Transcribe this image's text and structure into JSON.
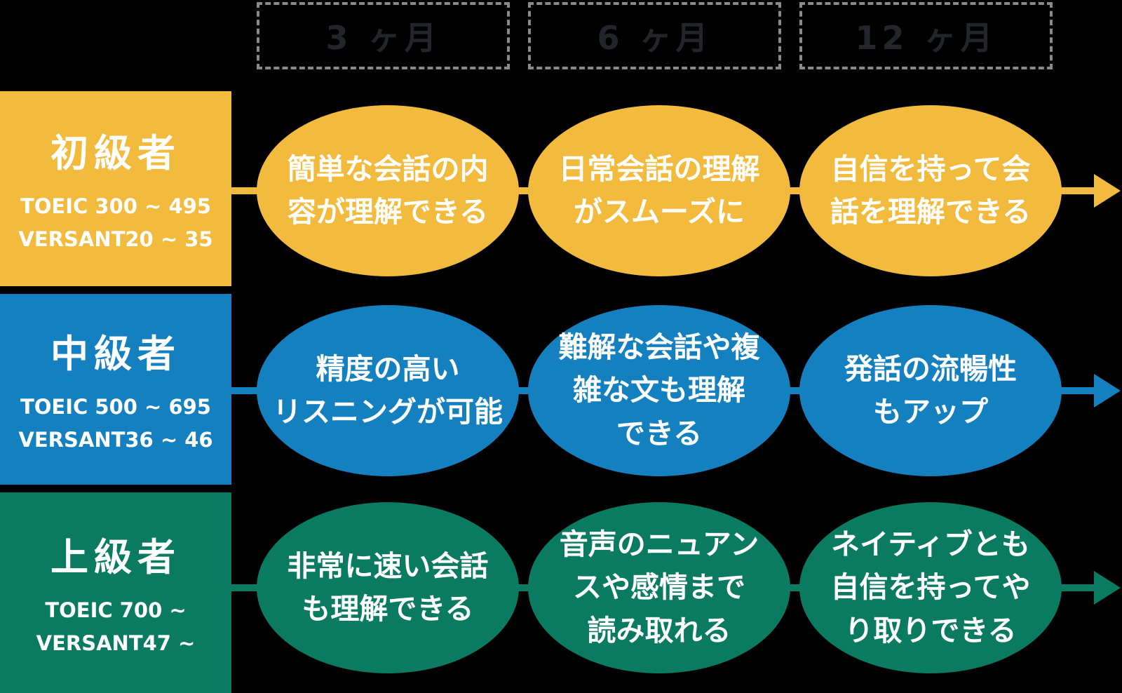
{
  "colors": {
    "background": "#000000",
    "header_text": "#22262b",
    "header_border": "#8a8a8a",
    "text_on_color": "#ffffff",
    "beginner": "#f2bb3e",
    "intermediate": "#1480c0",
    "advanced": "#0a7a61"
  },
  "timeline": {
    "headers": [
      {
        "label": "3 ヶ月"
      },
      {
        "label": "6 ヶ月"
      },
      {
        "label": "12 ヶ月"
      }
    ]
  },
  "levels": [
    {
      "id": "beginner",
      "name": "初級者",
      "toeic": "TOEIC 300 ~ 495",
      "versant": "VERSANT20 ~ 35",
      "color": "#f2bb3e",
      "milestones": [
        "簡単な会話の内\n容が理解できる",
        "日常会話の理解\nがスムーズに",
        "自信を持って会\n話を理解できる"
      ]
    },
    {
      "id": "intermediate",
      "name": "中級者",
      "toeic": "TOEIC 500 ~ 695",
      "versant": "VERSANT36 ~ 46",
      "color": "#1480c0",
      "milestones": [
        "精度の高い\nリスニングが可能",
        "難解な会話や複\n雑な文も理解\nできる",
        "発話の流暢性\nもアップ"
      ]
    },
    {
      "id": "advanced",
      "name": "上級者",
      "toeic": "TOEIC 700 ~",
      "versant": "VERSANT47 ~",
      "color": "#0a7a61",
      "milestones": [
        "非常に速い会話\nも理解できる",
        "音声のニュアン\nスや感情まで\n読み取れる",
        "ネイティブとも\n自信を持ってや\nり取りできる"
      ]
    }
  ]
}
